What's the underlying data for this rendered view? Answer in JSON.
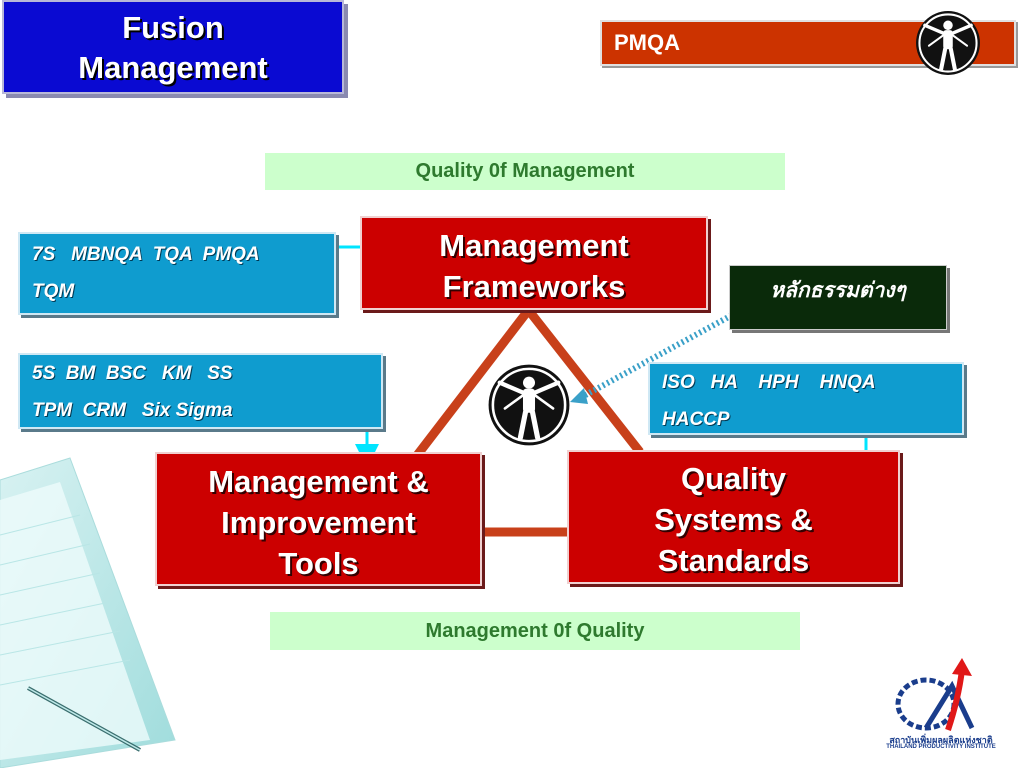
{
  "header": {
    "title_line1": "Fusion",
    "title_line2": "Management",
    "pmqa_label": "PMQA"
  },
  "labels": {
    "quality_of_management": "Quality 0f  Management",
    "management_of_quality": "Management 0f Quality",
    "thai_principles": "หลักธรรมต่างๆ"
  },
  "nodes": {
    "management_frameworks": {
      "line1": "Management",
      "line2": "Frameworks"
    },
    "management_improvement_tools": {
      "line1": "Management &",
      "line2": "Improvement",
      "line3": "Tools"
    },
    "quality_systems_standards": {
      "line1": "Quality",
      "line2": "Systems &",
      "line3": "Standards"
    }
  },
  "tool_lists": {
    "frameworks_list": {
      "line1": "7S   MBNQA  TQA  PMQA",
      "line2": "TQM"
    },
    "tools_list": {
      "line1": "5S  BM  BSC   KM   SS",
      "line2": "TPM  CRM   Six Sigma"
    },
    "standards_list": {
      "line1": "ISO   HA    HPH    HNQA",
      "line2": "HACCP"
    }
  },
  "logo": {
    "thai_name": "สถาบันเพิ่มผลผลิตแห่งชาติ",
    "english_name": "THAILAND PRODUCTIVITY INSTITUTE"
  },
  "colors": {
    "title_blue": "#0a0ad2",
    "pmqa_orange": "#cc3300",
    "node_red": "#cc0000",
    "list_blue": "#0f9ccf",
    "label_green_bg": "#ccffcc",
    "label_green_text": "#2e7a2e",
    "triangle": "#c8401a",
    "arrow_cyan": "#00e5ff",
    "thai_box": "#0a2a0a"
  },
  "icons": [
    "vitruvian-man-icon",
    "thailand-productivity-institute-logo"
  ]
}
